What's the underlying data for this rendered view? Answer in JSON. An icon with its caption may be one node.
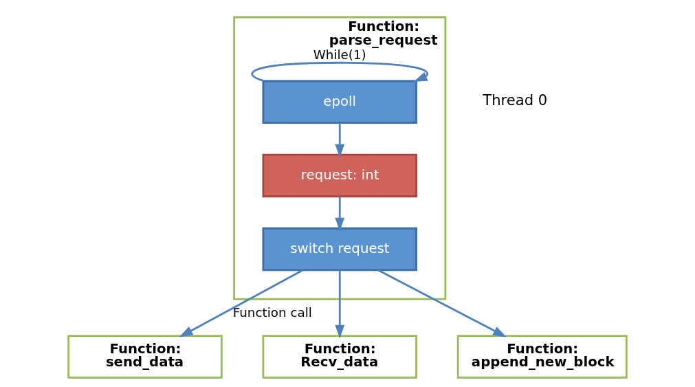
{
  "diagram": {
    "nodes": [
      {
        "text": [
          "Function:",
          "parse_request"
        ]
      },
      {
        "text": [
          "epoll"
        ],
        "in": 0
      },
      {
        "text": [
          "request: int"
        ],
        "in": 0
      },
      {
        "text": [
          "switch request"
        ],
        "in": 0
      },
      {
        "text": [
          "Function:",
          "send_data"
        ]
      },
      {
        "text": [
          "Function:",
          "Recv_data"
        ]
      },
      {
        "text": [
          "Function:",
          "append_new_block"
        ]
      }
    ],
    "edges": [
      {
        "from": 1,
        "to": 1,
        "arrow": "to",
        "label": "While(1)"
      },
      {
        "from": 1,
        "to": 2,
        "arrow": "to"
      },
      {
        "from": 2,
        "to": 3,
        "arrow": "to"
      },
      {
        "from": 3,
        "to": 4,
        "arrow": "to",
        "label": "Function call"
      },
      {
        "from": 3,
        "to": 5,
        "arrow": "to"
      },
      {
        "from": 3,
        "to": 6,
        "arrow": "to"
      }
    ],
    "labels": [
      "Thread 0"
    ]
  }
}
